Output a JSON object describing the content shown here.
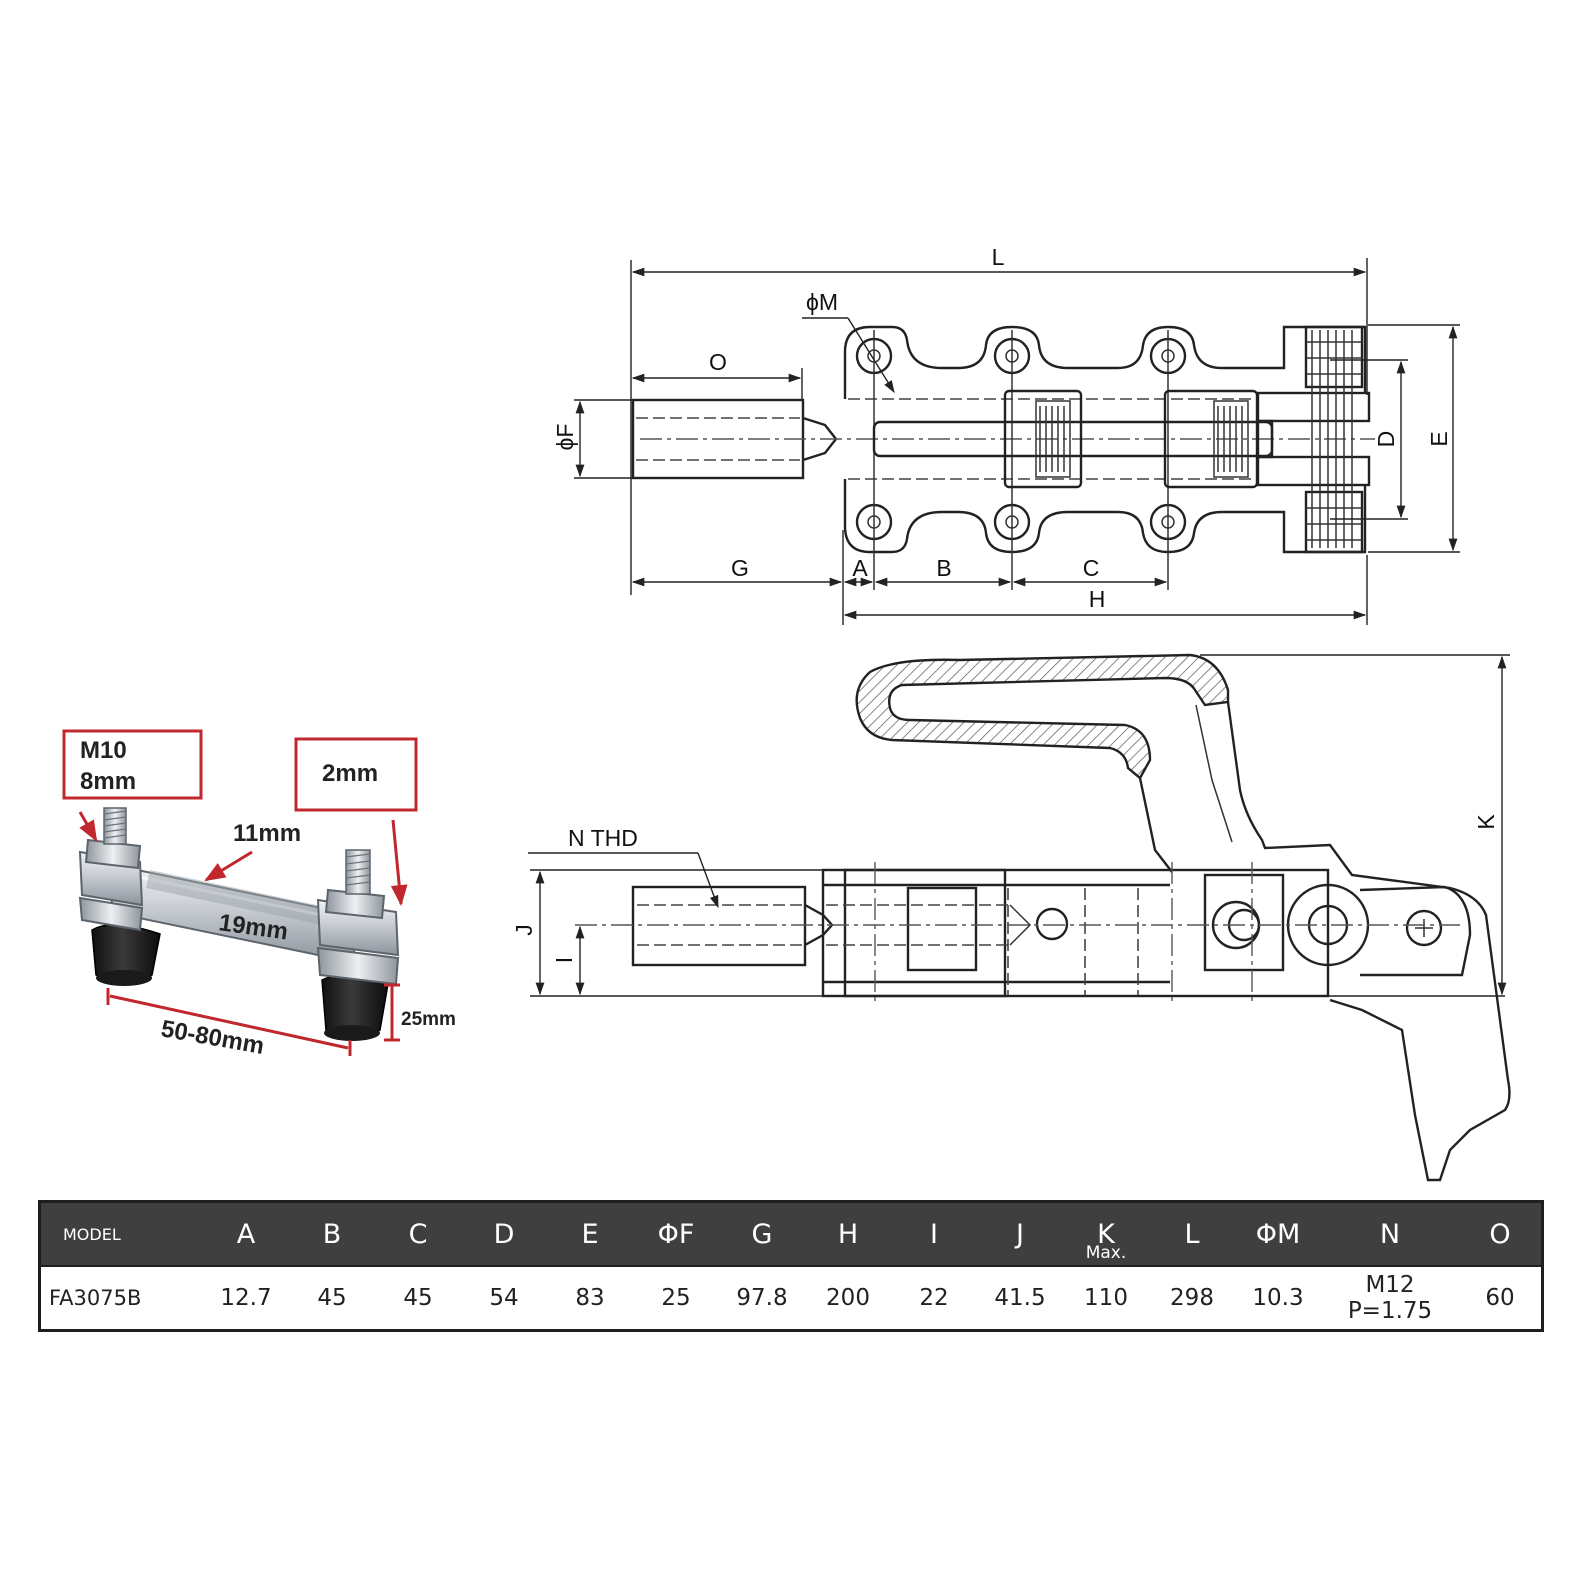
{
  "drawing_labels": {
    "L": "L",
    "O": "O",
    "phiM": "ϕM",
    "phiF": "ϕF",
    "D": "D",
    "E": "E",
    "G": "G",
    "A": "A",
    "B": "B",
    "C": "C",
    "H": "H",
    "K": "K",
    "J": "J",
    "I": "I",
    "N_thd": "N THD"
  },
  "photo_labels": {
    "m10": "M10",
    "m8": "8mm",
    "two_mm": "2mm",
    "eleven_mm": "11mm",
    "nineteen_mm": "19mm",
    "twentyfive_mm": "25mm",
    "range": "50-80mm"
  },
  "colors": {
    "callout_red": "#c0282d",
    "header_bg": "#3f3f3f",
    "line": "#222222"
  },
  "spec_table": {
    "headers": [
      {
        "label": "MODEL"
      },
      {
        "label": "A"
      },
      {
        "label": "B"
      },
      {
        "label": "C"
      },
      {
        "label": "D"
      },
      {
        "label": "E"
      },
      {
        "label": "ΦF"
      },
      {
        "label": "G"
      },
      {
        "label": "H"
      },
      {
        "label": "I"
      },
      {
        "label": "J"
      },
      {
        "label": "K",
        "sub": "Max."
      },
      {
        "label": "L"
      },
      {
        "label": "ΦM"
      },
      {
        "label": "N"
      },
      {
        "label": "O"
      }
    ],
    "rows": [
      [
        "FA3075B",
        "12.7",
        "45",
        "45",
        "54",
        "83",
        "25",
        "97.8",
        "200",
        "22",
        "41.5",
        "110",
        "298",
        "10.3",
        "M12 P=1.75",
        "60"
      ]
    ]
  }
}
